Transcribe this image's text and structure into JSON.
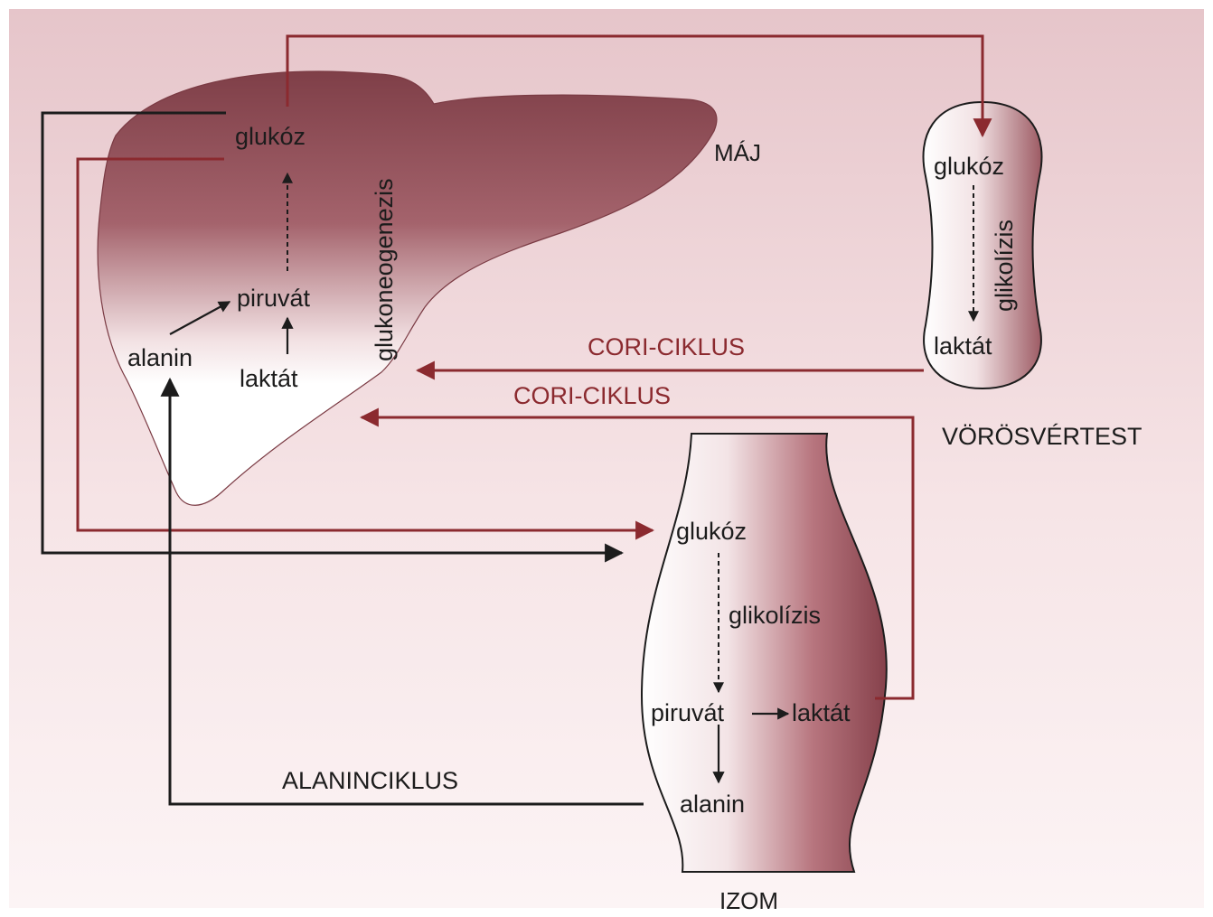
{
  "colors": {
    "cori": "#8b2a2f",
    "alanine": "#1c1c1c",
    "organ_dark": "#8e4e56",
    "organ_light": "#ffffff",
    "background_top": "#e8c8cc",
    "background_bottom": "#fbf2f3"
  },
  "organs": {
    "liver": "MÁJ",
    "rbc": "VÖRÖSVÉRTEST",
    "muscle": "IZOM"
  },
  "liver": {
    "glucose": "glukóz",
    "pyruvate": "piruvát",
    "alanine": "alanin",
    "lactate": "laktát",
    "process": "glukoneogenezis"
  },
  "rbc": {
    "glucose": "glukóz",
    "process": "glikolízis",
    "lactate": "laktát"
  },
  "muscle": {
    "glucose": "glukóz",
    "process": "glikolízis",
    "pyruvate": "piruvát",
    "lactate": "laktát",
    "alanine": "alanin"
  },
  "cycles": {
    "cori_upper": "CORI-CIKLUS",
    "cori_lower": "CORI-CIKLUS",
    "alanine": "ALANINCIKLUS"
  }
}
